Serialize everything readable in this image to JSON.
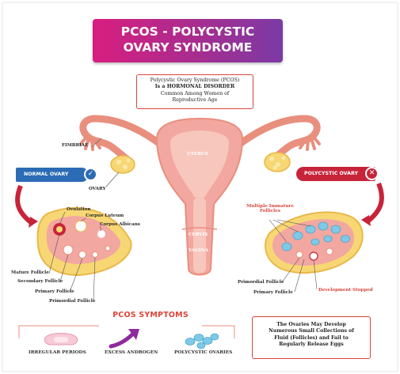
{
  "title": {
    "line1": "PCOS - POLYCYSTIC",
    "line2": "OVARY SYNDROME"
  },
  "callout": {
    "line1": "Polycystic Ovary Syndrome (PCOS)",
    "line2": "Is a HORMONAL DISORDER",
    "line3": "Common Among Women of",
    "line4": "Reproductive Age"
  },
  "anatomy": {
    "fimbriae": "FIMBRIAE",
    "ovary": "OVARY",
    "uterus": "UTERUS",
    "cervix": "CERVIX",
    "vagina": "VAGINA"
  },
  "normal_ovary": {
    "badge": "NORMAL OVARY",
    "badge_icon": "checkmark-icon",
    "labels": {
      "ovulation": "Ovulation",
      "corpus_luteum": "Corpus Luteum",
      "corpus_albicans": "Corpus Albicans",
      "mature_follicle": "Mature Follicle",
      "secondary_follicle": "Secondary Follicle",
      "primary_follicle": "Primary Follicle",
      "primordial_follicle": "Primordial Follicle"
    }
  },
  "polycystic_ovary": {
    "badge": "POLYCYSTIC OVARY",
    "badge_icon": "cross-icon",
    "labels": {
      "multiple_immature_1": "Multiple Immature",
      "multiple_immature_2": "Follicles",
      "primordial_follicle": "Primordial Follicle",
      "primary_follicle": "Primary Follicle",
      "development_stopped": "Development Stopped"
    }
  },
  "symptoms": {
    "title": "PCOS SYMPTOMS",
    "items": [
      {
        "label": "IRREGULAR PERIODS",
        "icon": "pad-icon"
      },
      {
        "label": "EXCESS ANDROGEN",
        "icon": "arrow-up-icon"
      },
      {
        "label": "POLYCYSTIC OVARIES",
        "icon": "cysts-icon"
      }
    ]
  },
  "note": {
    "line1": "The Ovaries May Develop",
    "line2": "Numerous Small Collections of",
    "line3": "Fluid (Follicles) and Fail to",
    "line4": "Regularly Release Eggs"
  },
  "colors": {
    "title_gradient_start": "#d81e7f",
    "title_gradient_end": "#7b3aa5",
    "accent_red": "#d9453a",
    "normal_blue": "#2b6cb4",
    "pcos_red": "#c7243a",
    "tissue_pink": "#f2a7a0",
    "ovary_yellow": "#f7d774",
    "cyst_blue": "#7ec9e6"
  }
}
